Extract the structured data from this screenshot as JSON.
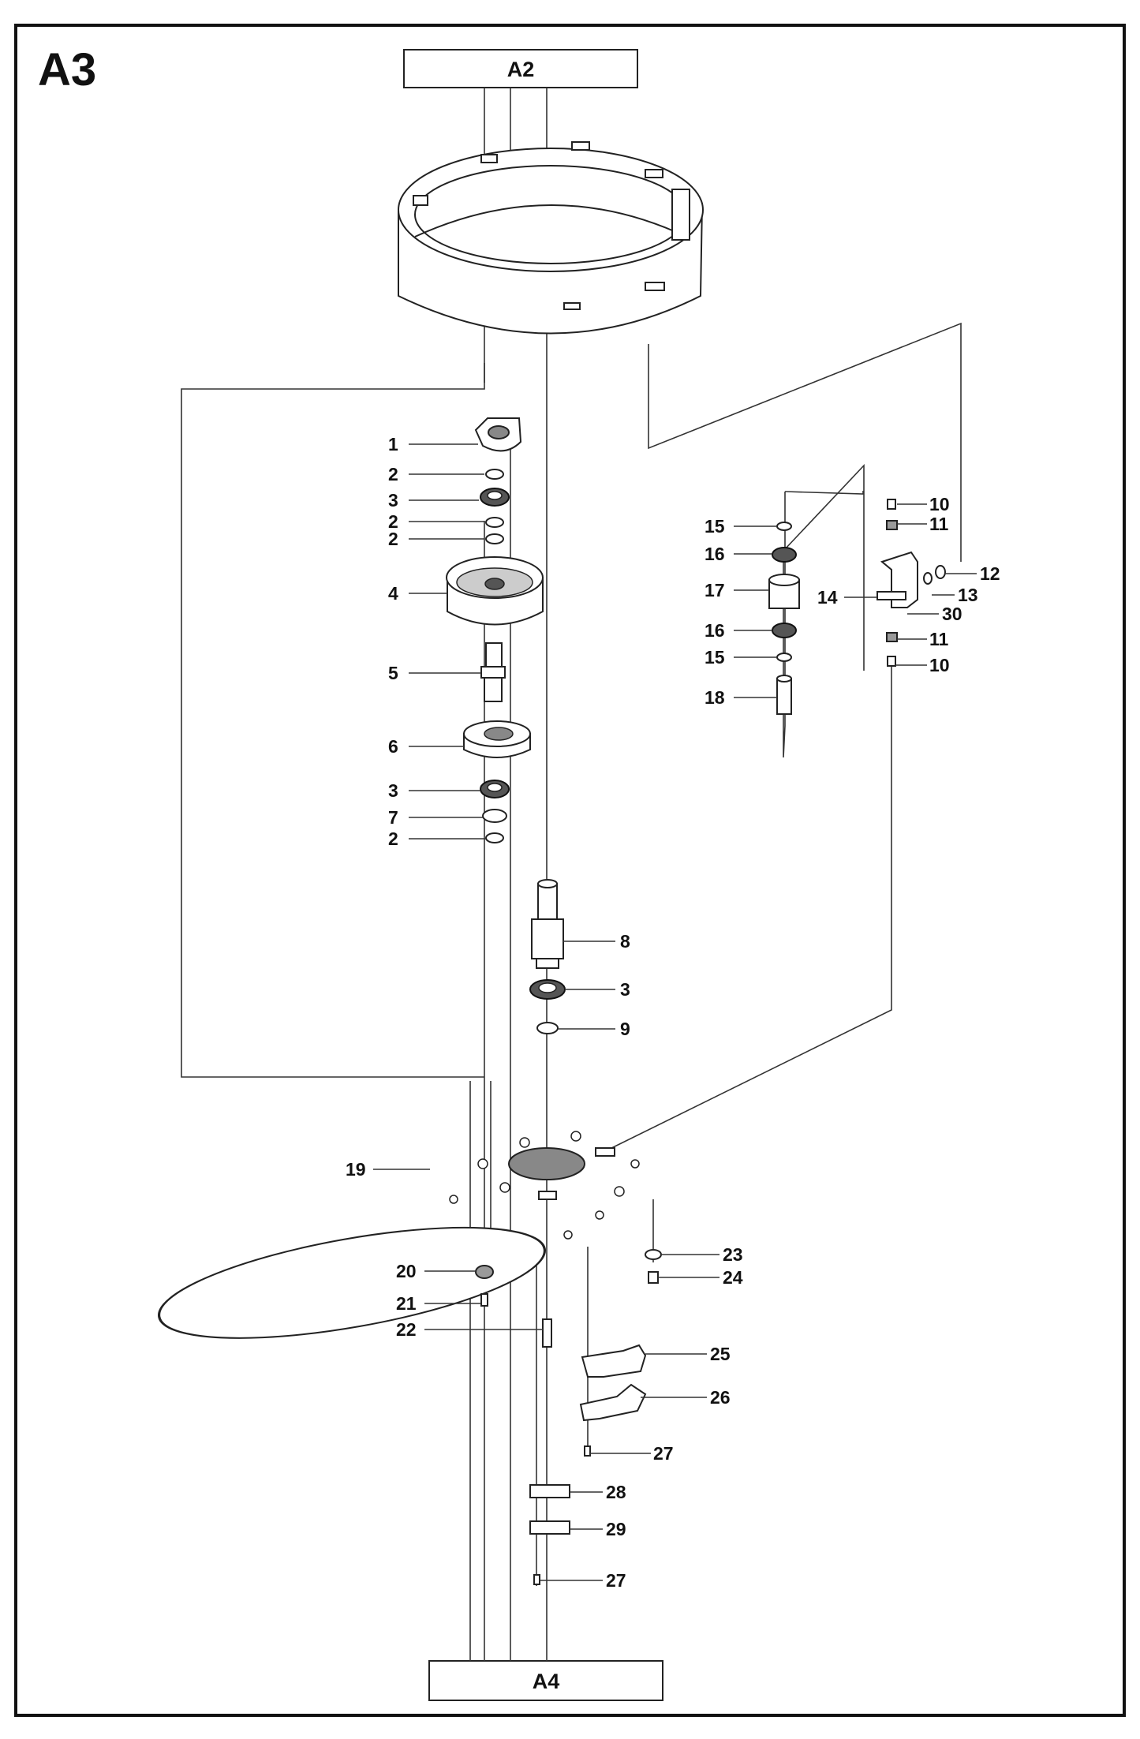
{
  "diagram": {
    "section_label": "A3",
    "connector_top": "A2",
    "connector_bottom": "A4",
    "callouts": [
      {
        "id": "c1",
        "text": "1"
      },
      {
        "id": "c2a",
        "text": "2"
      },
      {
        "id": "c3a",
        "text": "3"
      },
      {
        "id": "c2b",
        "text": "2"
      },
      {
        "id": "c2c",
        "text": "2"
      },
      {
        "id": "c4",
        "text": "4"
      },
      {
        "id": "c5",
        "text": "5"
      },
      {
        "id": "c6",
        "text": "6"
      },
      {
        "id": "c3b",
        "text": "3"
      },
      {
        "id": "c7",
        "text": "7"
      },
      {
        "id": "c2d",
        "text": "2"
      },
      {
        "id": "c8",
        "text": "8"
      },
      {
        "id": "c3c",
        "text": "3"
      },
      {
        "id": "c9",
        "text": "9"
      },
      {
        "id": "c10a",
        "text": "10"
      },
      {
        "id": "c11a",
        "text": "11"
      },
      {
        "id": "c12",
        "text": "12"
      },
      {
        "id": "c13",
        "text": "13"
      },
      {
        "id": "c14",
        "text": "14"
      },
      {
        "id": "c30",
        "text": "30"
      },
      {
        "id": "c11b",
        "text": "11"
      },
      {
        "id": "c10b",
        "text": "10"
      },
      {
        "id": "c15a",
        "text": "15"
      },
      {
        "id": "c16a",
        "text": "16"
      },
      {
        "id": "c17",
        "text": "17"
      },
      {
        "id": "c16b",
        "text": "16"
      },
      {
        "id": "c15b",
        "text": "15"
      },
      {
        "id": "c18",
        "text": "18"
      },
      {
        "id": "c19",
        "text": "19"
      },
      {
        "id": "c20",
        "text": "20"
      },
      {
        "id": "c21",
        "text": "21"
      },
      {
        "id": "c22",
        "text": "22"
      },
      {
        "id": "c23",
        "text": "23"
      },
      {
        "id": "c24",
        "text": "24"
      },
      {
        "id": "c25",
        "text": "25"
      },
      {
        "id": "c26",
        "text": "26"
      },
      {
        "id": "c27a",
        "text": "27"
      },
      {
        "id": "c28",
        "text": "28"
      },
      {
        "id": "c29",
        "text": "29"
      },
      {
        "id": "c27b",
        "text": "27"
      }
    ]
  }
}
